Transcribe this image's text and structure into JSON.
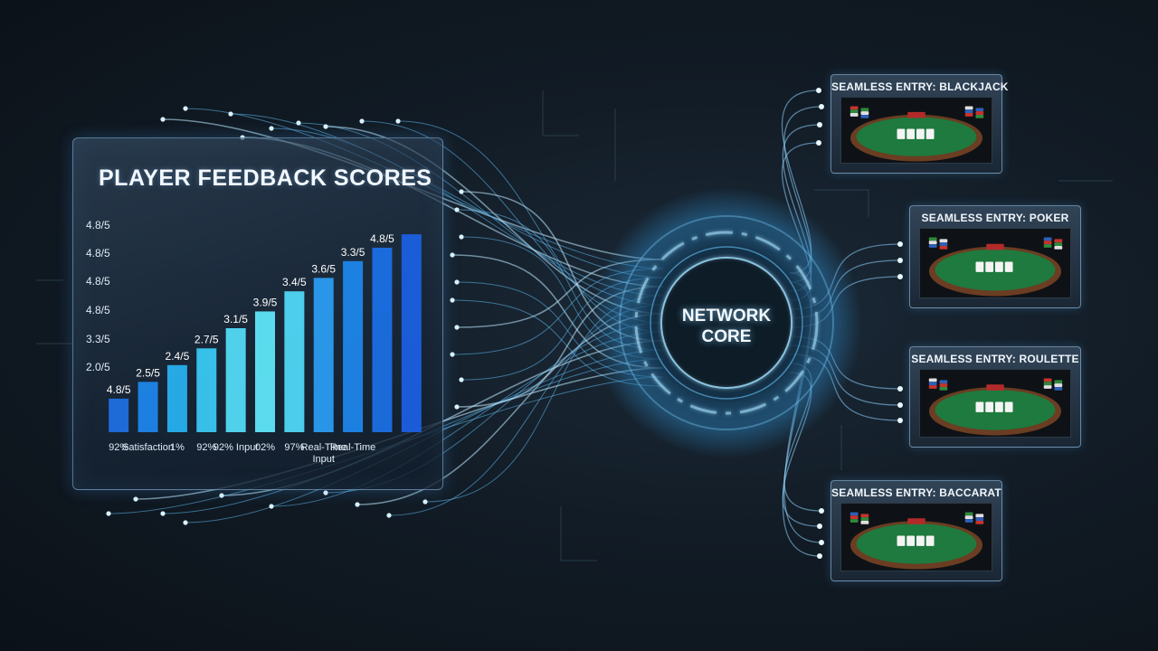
{
  "chart_data": {
    "type": "bar",
    "title": "PLAYER FEEDBACK SCORES",
    "y_tick_labels": [
      "4.8/5",
      "4.8/5",
      "4.8/5",
      "4.8/5",
      "3.3/5",
      "2.0/5"
    ],
    "values": [
      1.0,
      1.5,
      2.0,
      2.5,
      3.1,
      3.6,
      4.2,
      4.6,
      5.1,
      5.5,
      5.9
    ],
    "data_labels": [
      "4.8/5",
      "2.5/5",
      "2.4/5",
      "2.7/5",
      "3.1/5",
      "3.9/5",
      "3.4/5",
      "3.6/5",
      "3.3/5",
      "4.8/5",
      ""
    ],
    "categories": [
      "92%",
      "Satisfaction",
      "1%",
      "92%",
      "92% Input",
      "02%",
      "97%",
      "Real-Time Input",
      "Real-Time",
      "",
      ""
    ],
    "ylim": [
      0,
      6.2
    ],
    "grid": false,
    "colors": [
      "#1f6fe0",
      "#1e86ea",
      "#27b0ee",
      "#39c8f2",
      "#52daf6",
      "#5fe6f8",
      "#4fd7f5",
      "#2a9cf0",
      "#1e86ea",
      "#1a6fe4",
      "#1b5fe0"
    ]
  },
  "core": {
    "line1": "NETWORK",
    "line2": "CORE"
  },
  "games": [
    {
      "label": "SEAMLESS ENTRY: BLACKJACK",
      "icon": "blackjack-table-image"
    },
    {
      "label": "SEAMLESS ENTRY: POKER",
      "icon": "poker-table-image"
    },
    {
      "label": "SEAMLESS ENTRY: ROULETTE",
      "icon": "roulette-table-image"
    },
    {
      "label": "SEAMLESS ENTRY: BACCARAT",
      "icon": "baccarat-table-image"
    }
  ],
  "colors": {
    "accent": "#5fe6f8",
    "bar_dark": "#1b5fe0",
    "felt": "#1e7a3e",
    "table_rim": "#6b3d22",
    "background": "#121c26"
  }
}
